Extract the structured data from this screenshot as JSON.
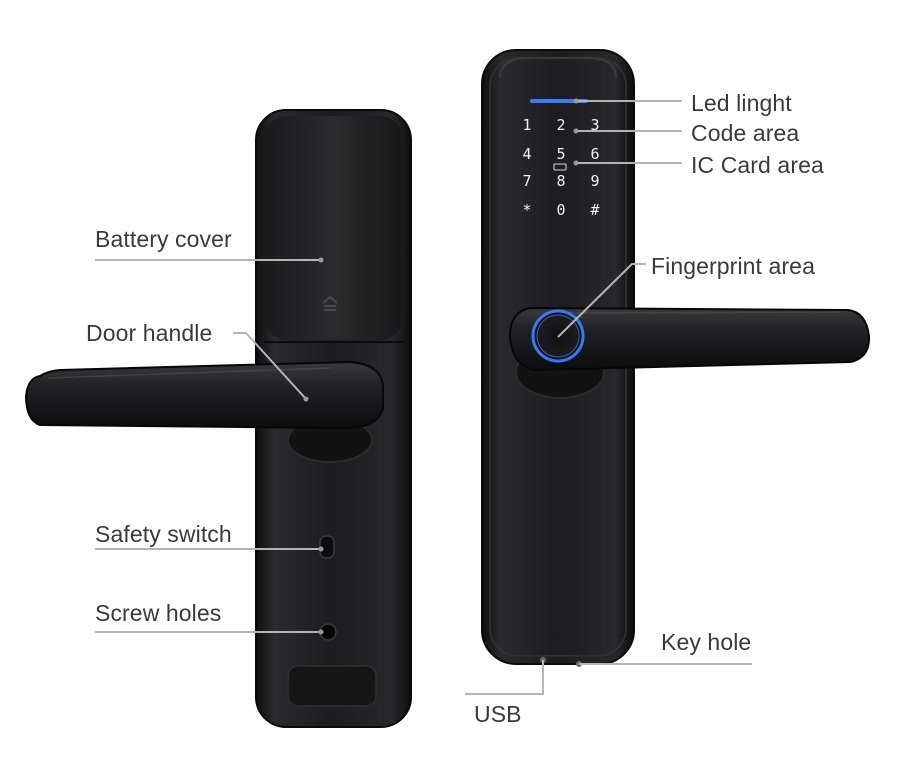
{
  "labels": {
    "battery_cover": "Battery cover",
    "door_handle": "Door handle",
    "safety_switch": "Safety switch",
    "screw_holes": "Screw holes",
    "led_light": "Led linght",
    "code_area": "Code area",
    "ic_card_area": "IC Card area",
    "fingerprint_area": "Fingerprint area",
    "key_hole": "Key hole",
    "usb": "USB"
  },
  "keypad": {
    "keys": [
      "1",
      "2",
      "3",
      "4",
      "5",
      "6",
      "7",
      "8",
      "9",
      "*",
      "0",
      "#"
    ]
  },
  "colors": {
    "lock_body": "#1c1c1e",
    "led_blue": "#3a7bff",
    "fingerprint_ring": "#2f7dff",
    "leader_line": "#b5b5b5",
    "label_text": "#3a3a3a"
  },
  "icons": {
    "battery_cover_mark": "home-icon",
    "fingerprint": "fingerprint-icon"
  }
}
